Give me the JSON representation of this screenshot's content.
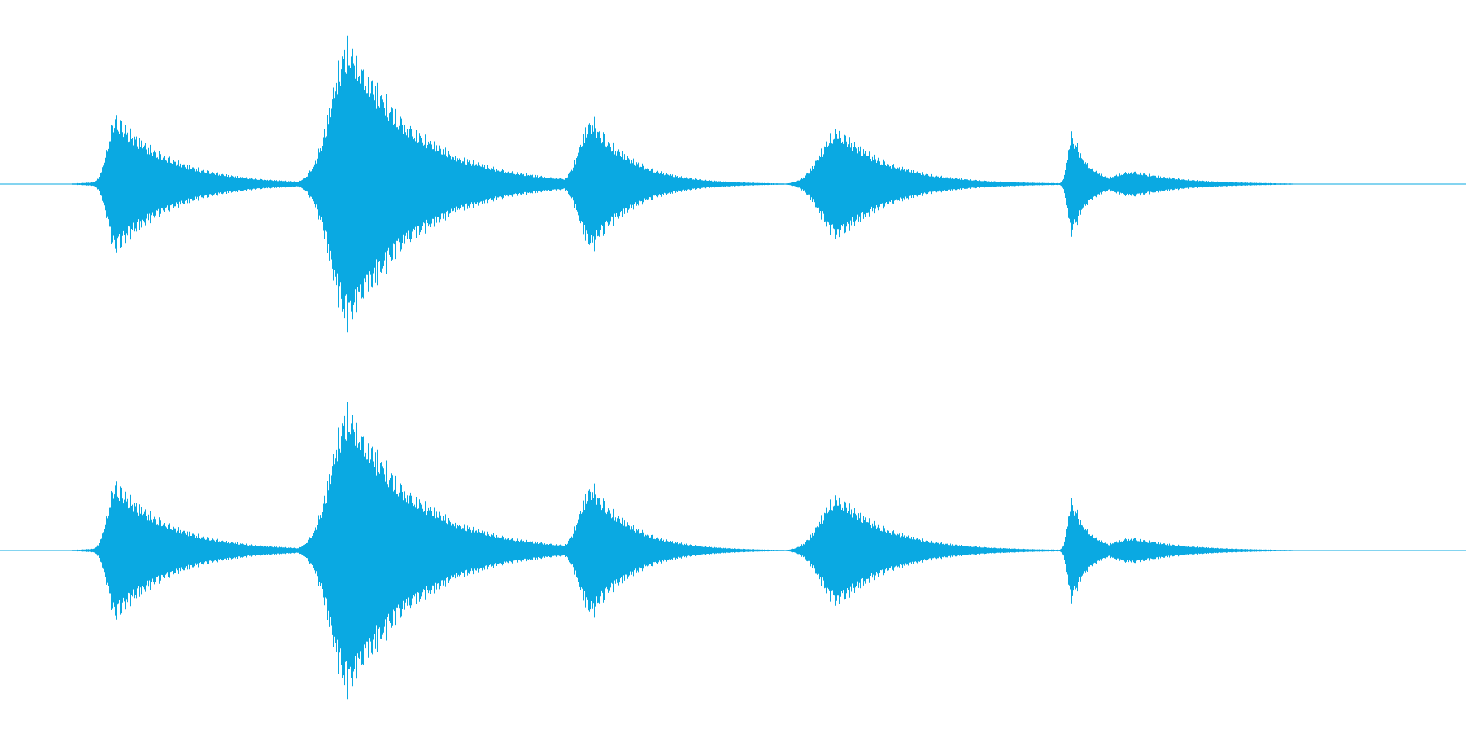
{
  "colors": {
    "background": "#ffffff",
    "waveform": "#0aa9e2"
  },
  "chart_data": {
    "type": "area",
    "title": "",
    "xlabel": "",
    "ylabel": "",
    "ylim": [
      -1,
      1
    ],
    "channels": [
      "left",
      "right"
    ],
    "bursts": [
      {
        "center": 0.079,
        "amplitude": 0.47,
        "attack": 0.008,
        "decay": 0.038,
        "pre_noise": 0.04
      },
      {
        "center": 0.239,
        "amplitude": 1.0,
        "attack": 0.018,
        "decay": 0.045,
        "pre_noise": 0.05
      },
      {
        "center": 0.404,
        "amplitude": 0.45,
        "attack": 0.012,
        "decay": 0.028,
        "pre_noise": 0.06
      },
      {
        "center": 0.572,
        "amplitude": 0.38,
        "attack": 0.017,
        "decay": 0.036,
        "pre_noise": 0.0
      },
      {
        "center": 0.731,
        "amplitude": 0.36,
        "attack": 0.004,
        "decay": 0.012,
        "pre_noise": 0.0
      },
      {
        "center": 0.773,
        "amplitude": 0.09,
        "attack": 0.02,
        "decay": 0.035,
        "pre_noise": 0.0
      }
    ]
  }
}
